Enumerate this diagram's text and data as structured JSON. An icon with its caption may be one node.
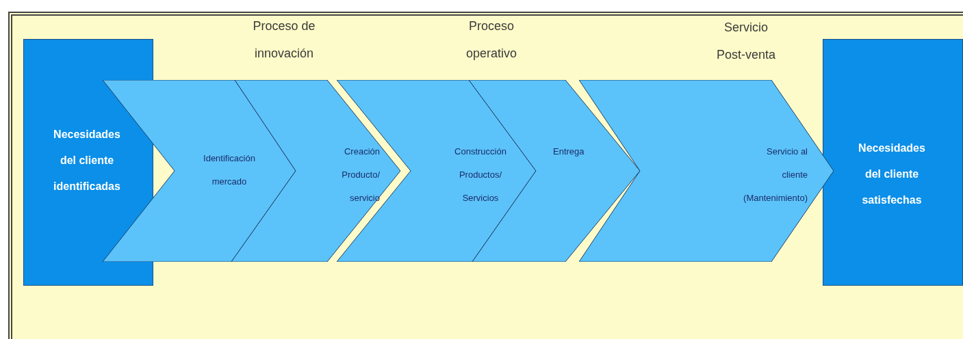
{
  "diagram": {
    "nodes": [
      {
        "text": [
          "Necesidades del cliente identificadas"
        ]
      },
      {
        "text": [
          "Identificación mercado"
        ]
      },
      {
        "text": [
          "Creación Producto/ servicio"
        ]
      },
      {
        "text": [
          "Construcción Productos/ Servicios"
        ]
      },
      {
        "text": [
          "Entrega"
        ]
      },
      {
        "text": [
          "Servicio al cliente (Mantenimiento)"
        ]
      },
      {
        "text": [
          "Necesidades del cliente satisfechas"
        ]
      }
    ],
    "labels": [
      "Proceso de innovación",
      "Proceso operativo",
      "Servicio Post-venta"
    ]
  }
}
